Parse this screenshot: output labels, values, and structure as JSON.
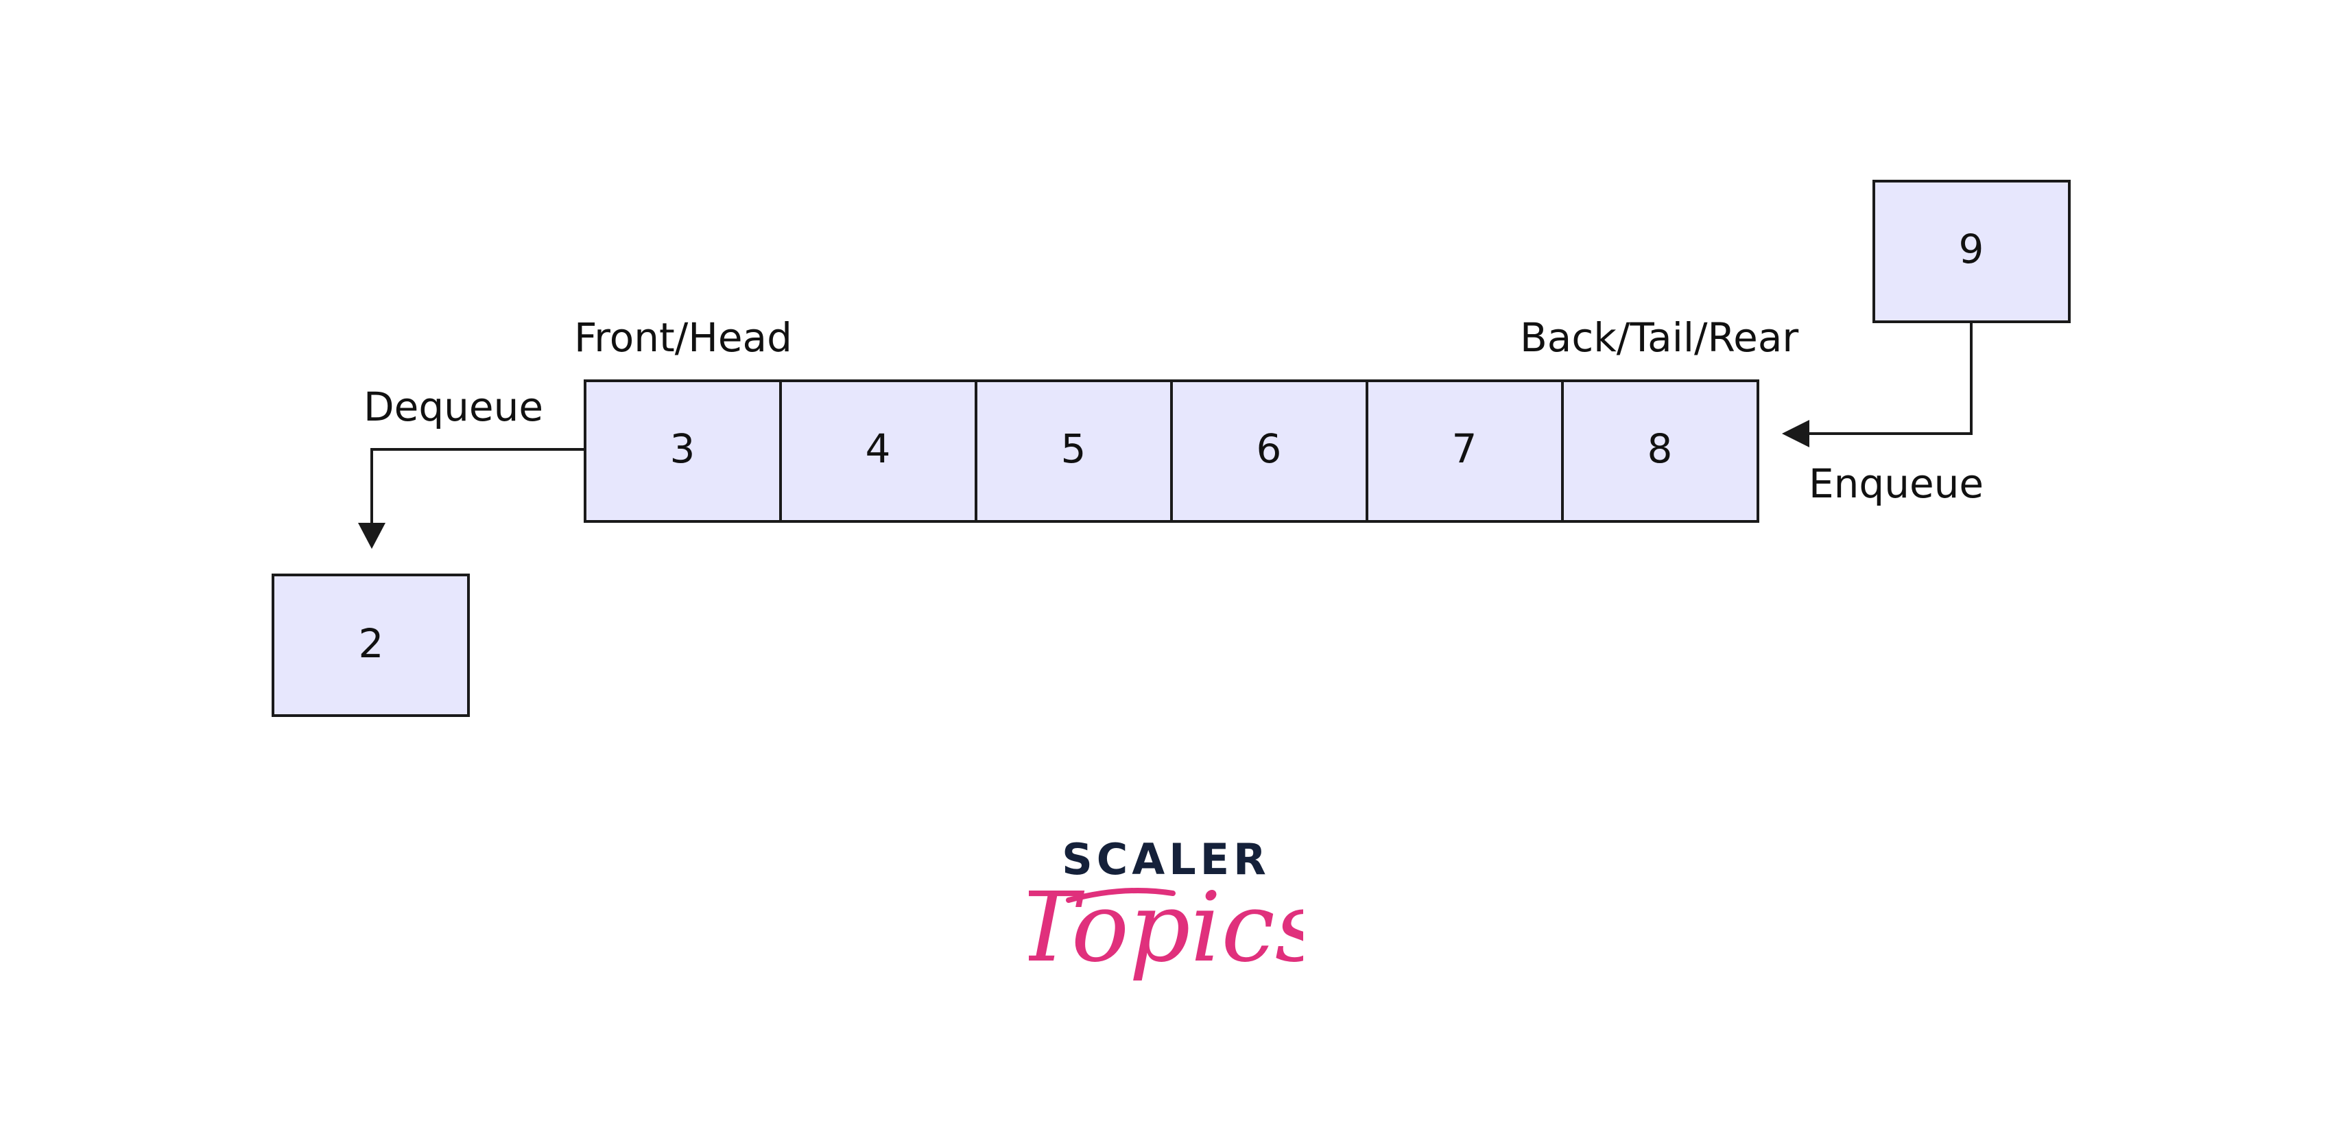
{
  "queue": {
    "cells": [
      "3",
      "4",
      "5",
      "6",
      "7",
      "8"
    ],
    "dequeued": "2",
    "incoming": "9"
  },
  "labels": {
    "front": "Front/Head",
    "back": "Back/Tail/Rear",
    "dequeue": "Dequeue",
    "enqueue": "Enqueue"
  },
  "logo": {
    "word": "SCALER",
    "script": "Topics",
    "colors": {
      "word": "#15213a",
      "script": "#e0307c"
    }
  },
  "colors": {
    "cell_fill": "#e7e7fd",
    "stroke": "#1a1a1a"
  }
}
